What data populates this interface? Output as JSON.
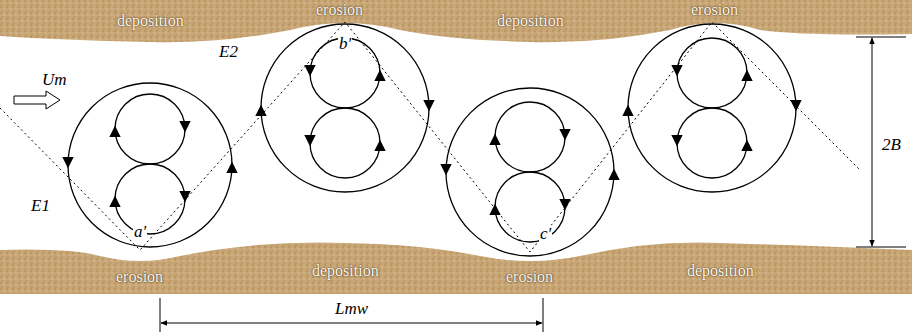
{
  "diagram": {
    "nodes": [
      {
        "text": [
          "deposition",
          "erosion",
          "deposition",
          "erosion"
        ]
      },
      {
        "text": [
          "erosion",
          "deposition",
          "erosion",
          "deposition"
        ]
      }
    ],
    "labels": [
      "Um",
      "E1",
      "E2",
      "a′",
      "b′",
      "c′",
      "2B",
      "Lmw"
    ]
  }
}
